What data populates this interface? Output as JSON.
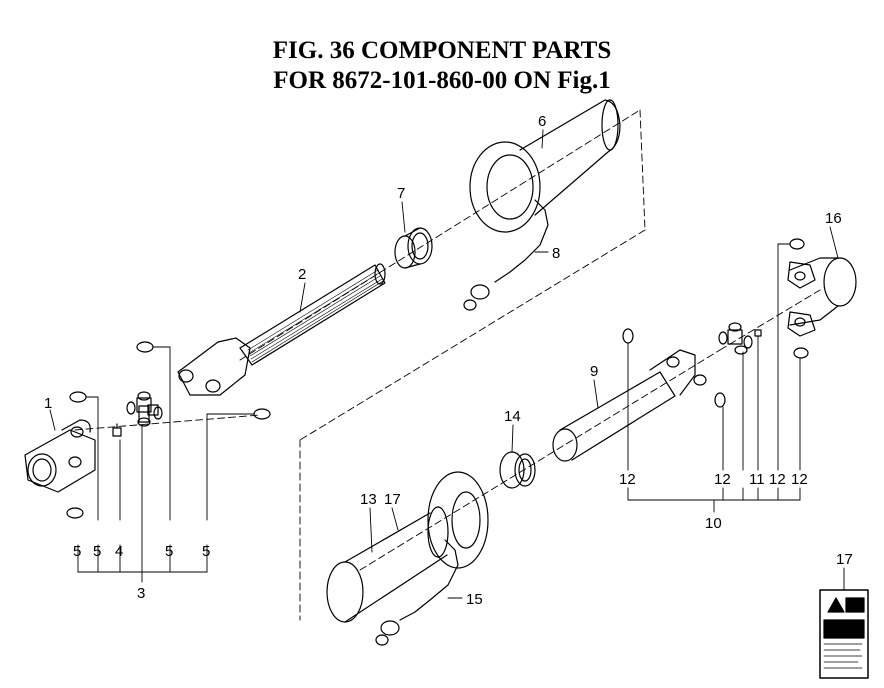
{
  "title": {
    "line1": "FIG. 36  COMPONENT PARTS",
    "line2": "FOR 8672-101-860-00 ON Fig.1"
  },
  "callouts": {
    "c1": "1",
    "c2": "2",
    "c3": "3",
    "c4": "4",
    "c5a": "5",
    "c5b": "5",
    "c5c": "5",
    "c5d": "5",
    "c6": "6",
    "c7": "7",
    "c8": "8",
    "c9": "9",
    "c10": "10",
    "c11": "11",
    "c12a": "12",
    "c12b": "12",
    "c12c": "12",
    "c12d": "12",
    "c13": "13",
    "c14": "14",
    "c15": "15",
    "c16": "16",
    "c17a": "17",
    "c17b": "17"
  },
  "colors": {
    "line": "#000000",
    "background": "#ffffff"
  }
}
